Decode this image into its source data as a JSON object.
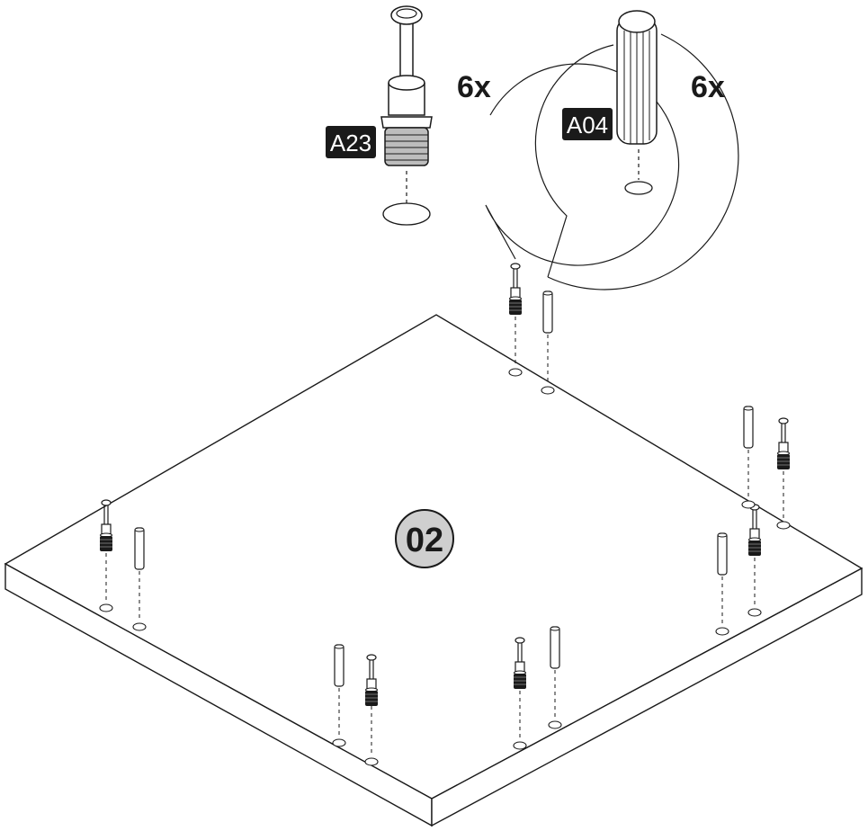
{
  "step": {
    "number": "02"
  },
  "parts": [
    {
      "code": "A23",
      "quantity": "6x",
      "icon": "cam-lock-bolt-icon"
    },
    {
      "code": "A04",
      "quantity": "6x",
      "icon": "wooden-dowel-icon"
    }
  ],
  "colors": {
    "line": "#1a1a1a",
    "label_bg": "#1a1a1a",
    "label_text": "#ffffff",
    "step_badge_fill": "#cfcfcf"
  }
}
